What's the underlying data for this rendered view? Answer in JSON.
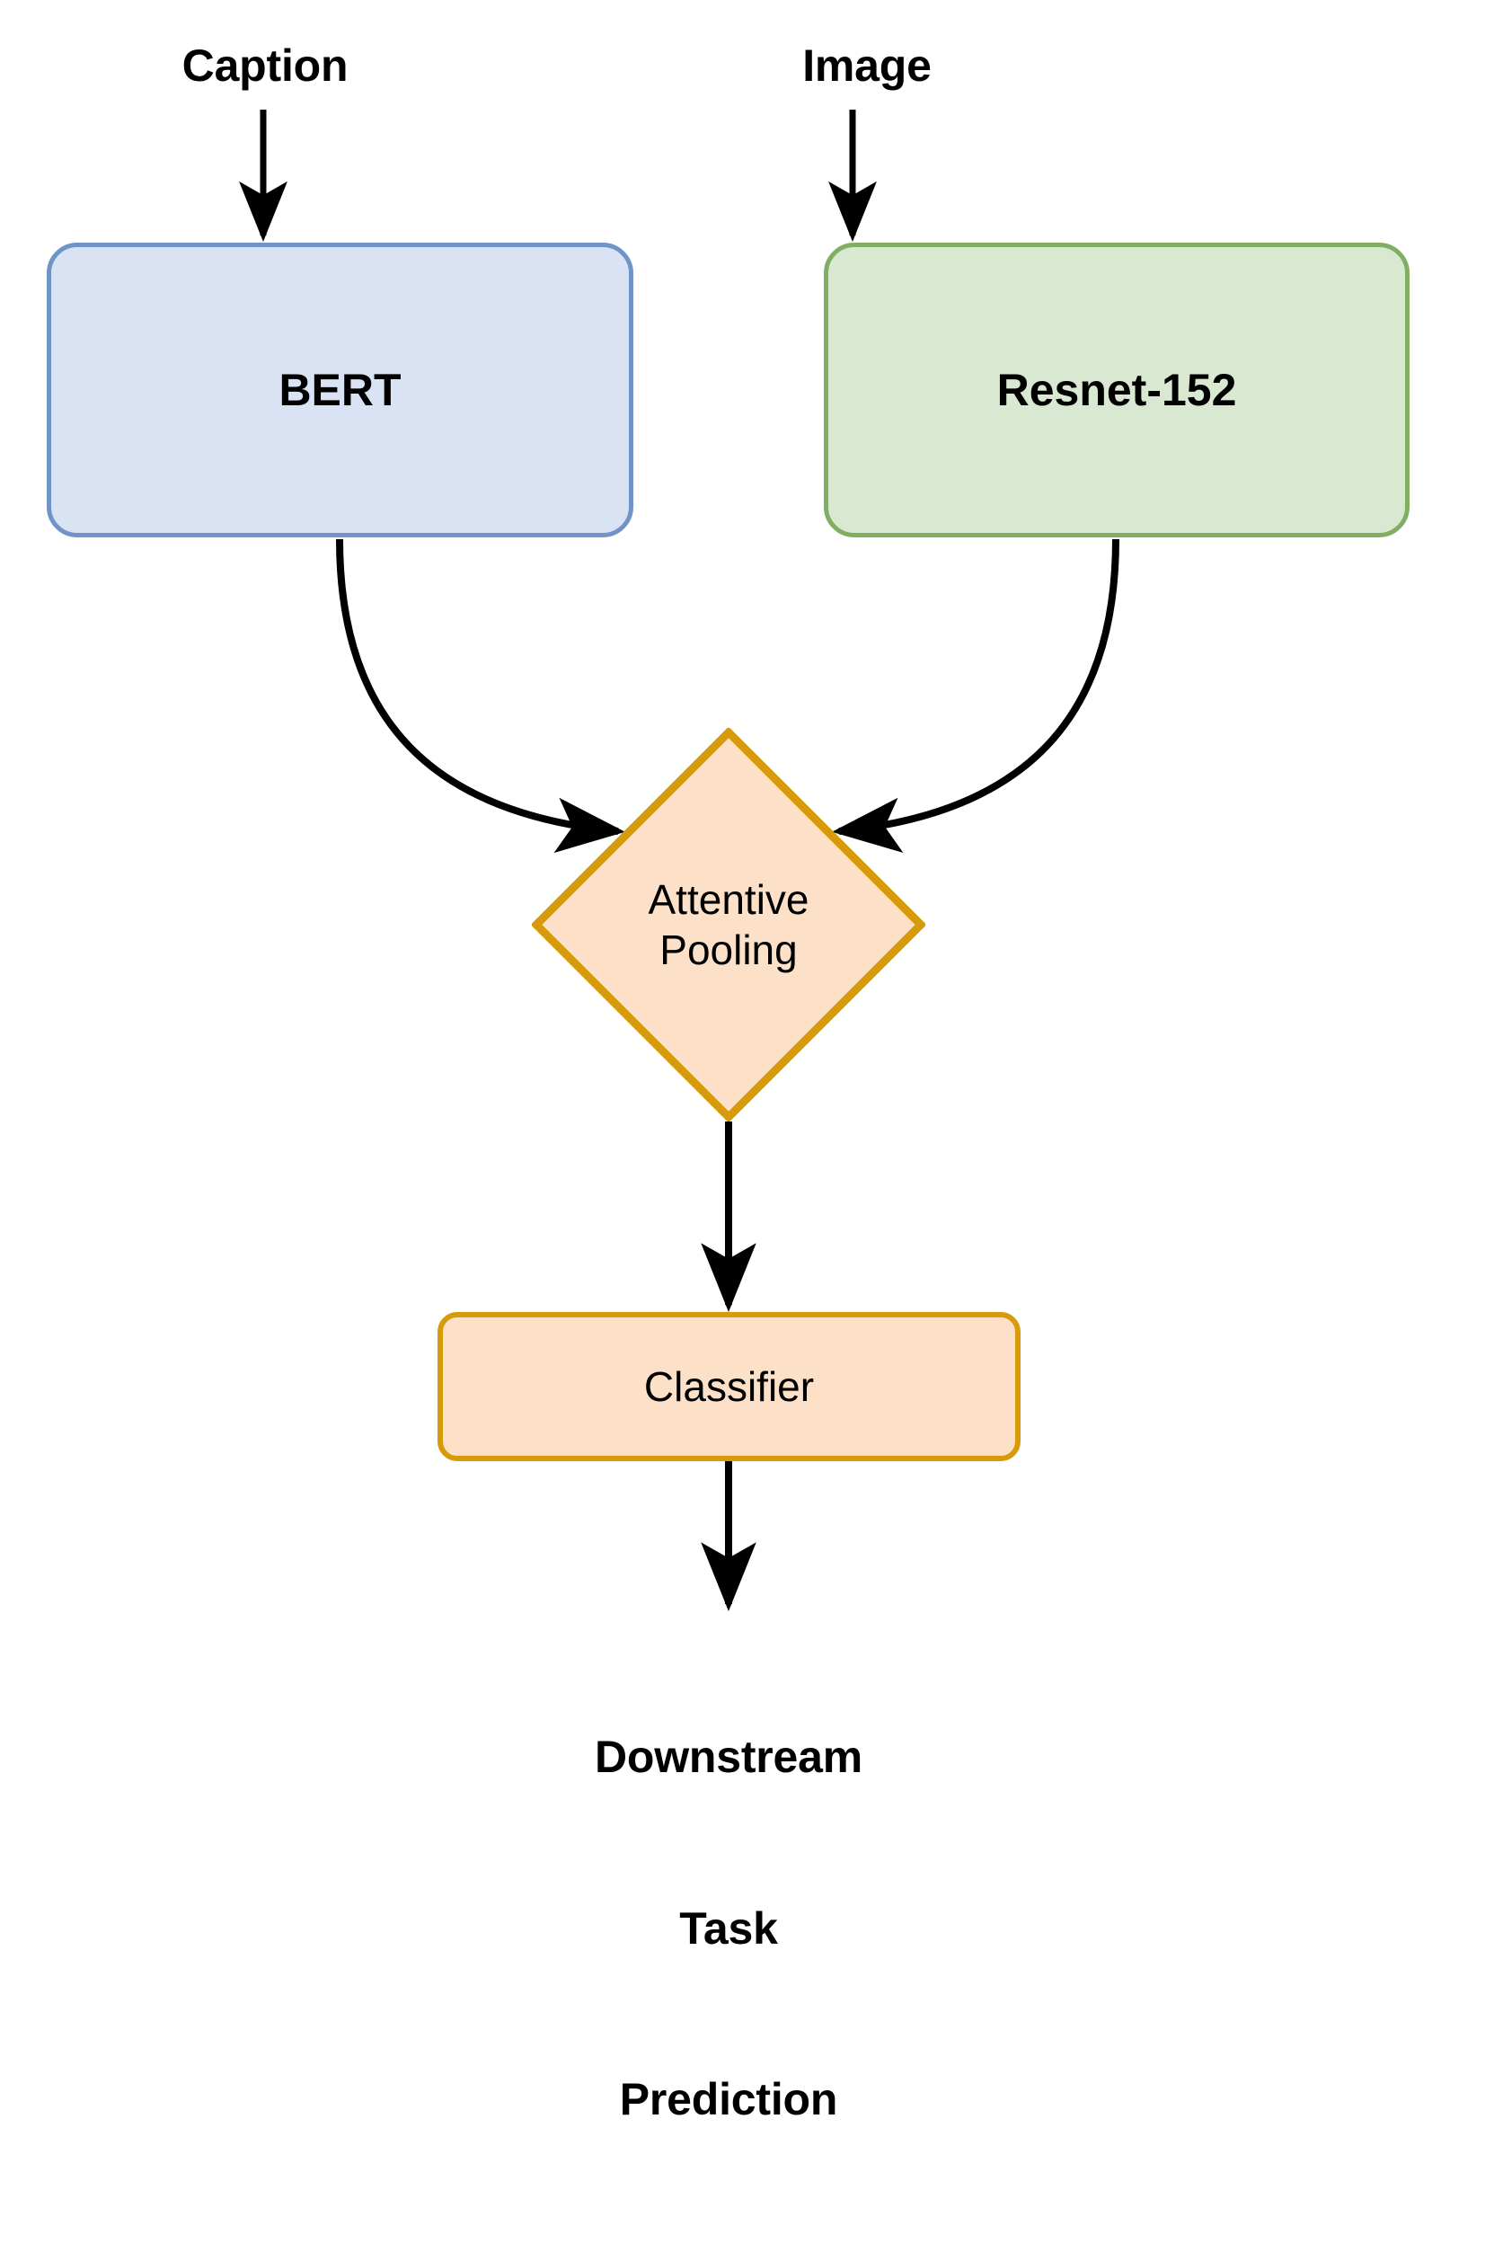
{
  "diagram": {
    "title": "Multimodal model architecture flowchart",
    "background_color": "#ffffff",
    "edge_color": "#000000"
  },
  "labels": {
    "caption_input": "Caption",
    "image_input": "Image",
    "output_line_1": "Downstream",
    "output_line_2": "Task",
    "output_line_3": "Prediction"
  },
  "nodes": {
    "bert": {
      "label": "BERT",
      "shape": "rounded-rectangle",
      "fill": "#dae3f3",
      "stroke": "#7093c8"
    },
    "resnet": {
      "label": "Resnet-152",
      "shape": "rounded-rectangle",
      "fill": "#d9e8d0",
      "stroke": "#82ae63"
    },
    "pooling": {
      "label_line_1": "Attentive",
      "label_line_2": "Pooling",
      "shape": "diamond",
      "fill": "#fce0c8",
      "stroke": "#d69a0a"
    },
    "classifier": {
      "label": "Classifier",
      "shape": "rounded-rectangle",
      "fill": "#fce0c8",
      "stroke": "#d69a0a"
    }
  },
  "edges": [
    {
      "name": "caption-to-bert",
      "from": "Caption",
      "to": "BERT",
      "style": "straight-arrow"
    },
    {
      "name": "image-to-resnet",
      "from": "Image",
      "to": "Resnet-152",
      "style": "straight-arrow"
    },
    {
      "name": "bert-to-pooling",
      "from": "BERT",
      "to": "Attentive Pooling",
      "style": "curved-arrow"
    },
    {
      "name": "resnet-to-pooling",
      "from": "Resnet-152",
      "to": "Attentive Pooling",
      "style": "curved-arrow"
    },
    {
      "name": "pooling-to-classifier",
      "from": "Attentive Pooling",
      "to": "Classifier",
      "style": "straight-arrow"
    },
    {
      "name": "classifier-to-output",
      "from": "Classifier",
      "to": "Downstream Task Prediction",
      "style": "straight-arrow"
    }
  ]
}
